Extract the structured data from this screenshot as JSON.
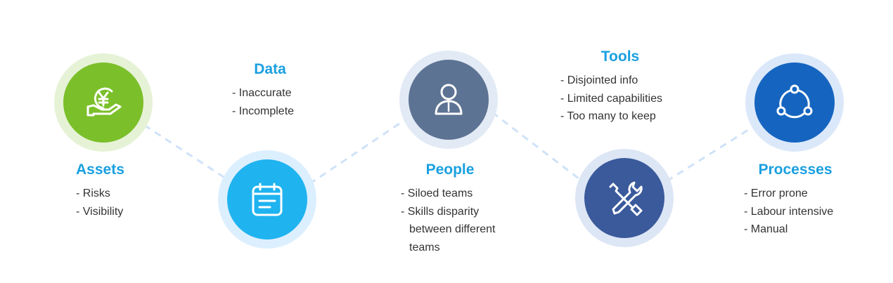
{
  "colors": {
    "assets": "#7bbf2a",
    "assets_ring": "#e6f2d6",
    "data": "#1fb3ef",
    "data_ring": "#dcefff",
    "people": "#5d7393",
    "people_ring": "#e2eaf5",
    "tools": "#3a5a9b",
    "tools_ring": "#dde6f5",
    "processes": "#1565c0",
    "processes_ring": "#dbe8fa",
    "title": "#1aa0e0",
    "connector": "#cfe2f7"
  },
  "nodes": [
    {
      "key": "assets",
      "icon": "money-hand-icon",
      "title": "Assets",
      "items": [
        "Risks",
        "Visibility"
      ]
    },
    {
      "key": "data",
      "icon": "calendar-icon",
      "title": "Data",
      "items": [
        "Inaccurate",
        "Incomplete"
      ]
    },
    {
      "key": "people",
      "icon": "person-icon",
      "title": "People",
      "items": [
        "Siloed teams",
        "Skills disparity between different teams"
      ]
    },
    {
      "key": "tools",
      "icon": "tools-icon",
      "title": "Tools",
      "items": [
        "Disjointed info",
        "Limited capabilities",
        "Too many to keep"
      ]
    },
    {
      "key": "processes",
      "icon": "cycle-icon",
      "title": "Processes",
      "items": [
        "Error prone",
        "Labour intensive",
        "Manual"
      ]
    }
  ]
}
